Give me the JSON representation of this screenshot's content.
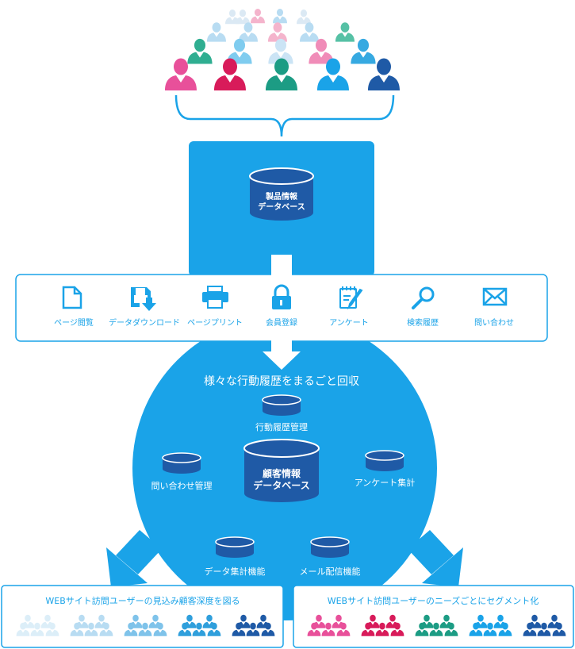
{
  "product_db": {
    "line1": "製品情報",
    "line2": "データベース"
  },
  "actions": [
    {
      "icon": "page-icon",
      "label": "ページ閲覧"
    },
    {
      "icon": "download-icon",
      "label": "データダウンロード"
    },
    {
      "icon": "printer-icon",
      "label": "ページプリント"
    },
    {
      "icon": "lock-icon",
      "label": "会員登録"
    },
    {
      "icon": "pencil-note-icon",
      "label": "アンケート"
    },
    {
      "icon": "search-icon",
      "label": "検索履歴"
    },
    {
      "icon": "mail-icon",
      "label": "問い合わせ"
    }
  ],
  "circle": {
    "heading": "様々な行動履歴をまるごと回収",
    "center_db": {
      "line1": "顧客情報",
      "line2": "データベース"
    },
    "databases": [
      "行動履歴管理",
      "問い合わせ管理",
      "アンケート集計",
      "データ集計機能",
      "メール配信機能"
    ]
  },
  "outputs": {
    "left_title": "WEBサイト訪問ユーザーの見込み顧客深度を図る",
    "right_title": "WEBサイト訪問ユーザーのニーズごとにセグメント化"
  },
  "colors": {
    "primary": "#1aa3e8",
    "dark_blue": "#1f5aa6",
    "pink": "#e8509a",
    "crimson": "#d81b5a",
    "teal": "#1c9c84",
    "light_blue": "#b8dcf2",
    "light_pink": "#f4b4cc"
  }
}
